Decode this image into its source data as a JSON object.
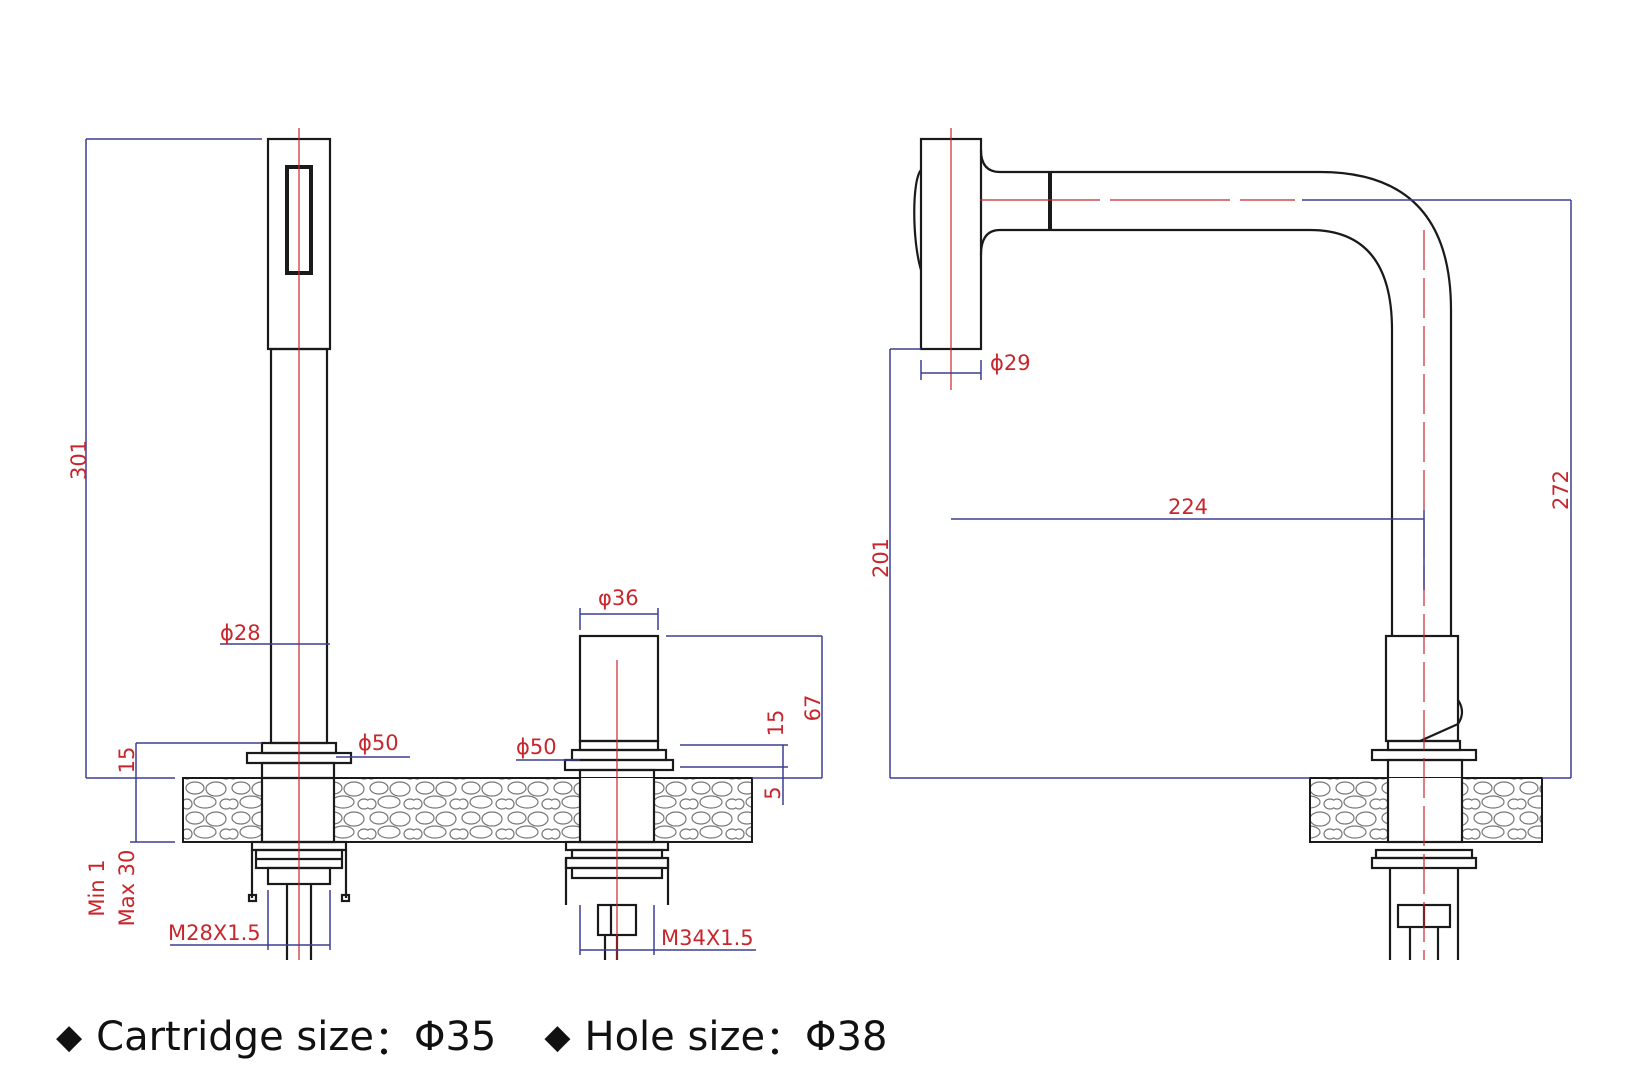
{
  "colors": {
    "outline": "#1a1a1a",
    "centerline": "#c8262d",
    "dimension": "#3b3f94",
    "dimension_text": "#c8262d",
    "stone": "#777777"
  },
  "dimensions": {
    "d301": "301",
    "d15_left": "15",
    "min_max": "Min 1\nMax 30",
    "min": "Min 1",
    "max": "Max 30",
    "d28": "ϕ28",
    "d50_left": "ϕ50",
    "m28": "M28X1.5",
    "d36": "φ36",
    "d50_mid": "ϕ50",
    "d15_mid": "15",
    "d67": "67",
    "d5": "5",
    "m34": "M34X1.5",
    "d29": "ϕ29",
    "d201": "201",
    "d224": "224",
    "d272": "272"
  },
  "footer": {
    "bullet_icon": "black-diamond-icon",
    "cartridge_label": "Cartridge size",
    "cartridge_value": "Φ35",
    "hole_label": "Hole size",
    "hole_value": "Φ38",
    "separator": "："
  }
}
